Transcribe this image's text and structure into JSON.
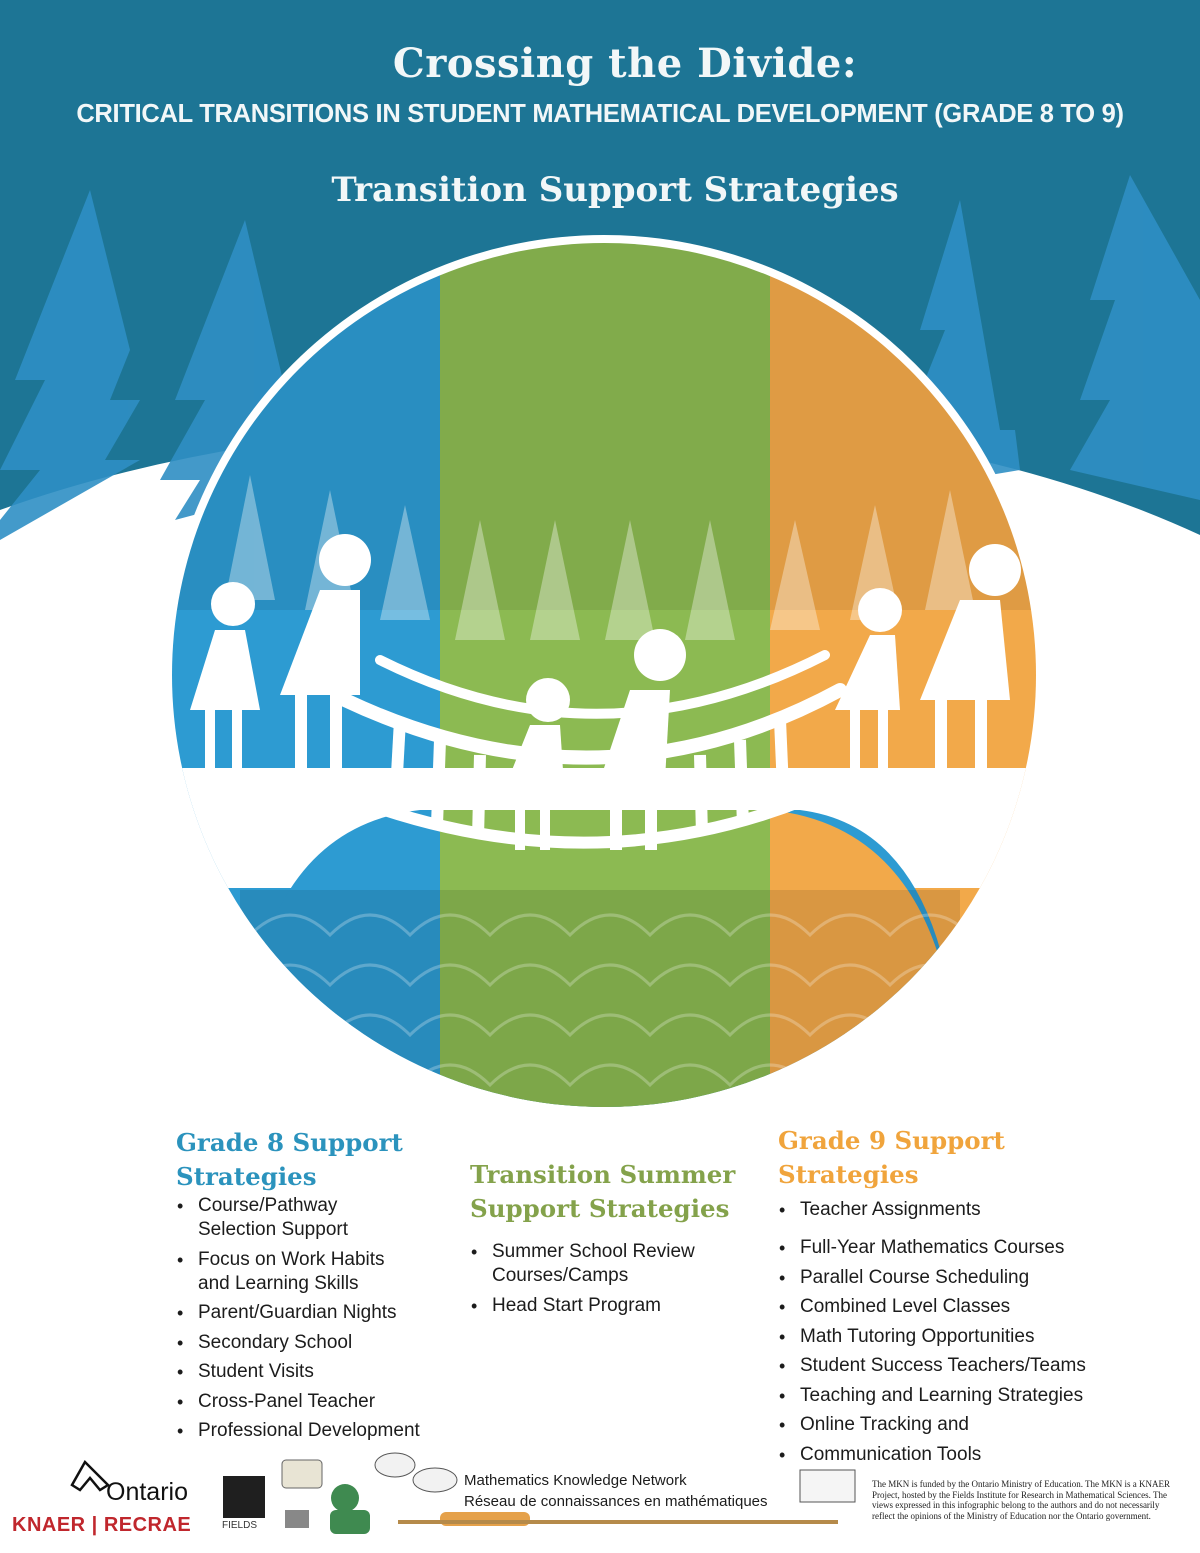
{
  "header": {
    "title": "Crossing the Divide:",
    "subtitle": "CRITICAL TRANSITIONS IN STUDENT MATHEMATICAL DEVELOPMENT (GRADE 8 TO 9)",
    "section_title": "Transition Support Strategies"
  },
  "colors": {
    "header_bg": "#1d7595",
    "grade8": "#2b93bd",
    "summer": "#84a24b",
    "grade9": "#f0a43c"
  },
  "columns": {
    "grade8": {
      "heading": [
        "Grade 8 Support",
        "Strategies"
      ],
      "items": [
        [
          "Course/Pathway",
          "Selection Support"
        ],
        [
          "Focus on Work Habits",
          "and Learning Skills"
        ],
        [
          "Parent/Guardian Nights"
        ],
        [
          "Secondary School"
        ],
        [
          "Student Visits"
        ],
        [
          "Cross-Panel Teacher"
        ],
        [
          "Professional Development"
        ]
      ]
    },
    "summer": {
      "heading": [
        "Transition Summer",
        "Support Strategies"
      ],
      "items": [
        [
          "Summer School Review",
          "Courses/Camps"
        ],
        [
          "Head Start Program"
        ]
      ]
    },
    "grade9": {
      "heading": [
        "Grade 9 Support",
        "Strategies"
      ],
      "items": [
        [
          "Teacher Assignments"
        ],
        [
          "Full-Year Mathematics Courses"
        ],
        [
          "Parallel Course Scheduling"
        ],
        [
          "Combined Level Classes"
        ],
        [
          "Math Tutoring Opportunities"
        ],
        [
          "Student Success Teachers/Teams"
        ],
        [
          "Teaching and Learning Strategies"
        ],
        [
          "Online Tracking and"
        ],
        [
          "Communication Tools"
        ]
      ]
    }
  },
  "footer": {
    "ontario": "Ontario",
    "knaer": "KNAER | RECRAE",
    "fields": "FIELDS",
    "mkn_en": "Mathematics Knowledge Network",
    "mkn_fr": "Réseau de connaissances en mathématiques",
    "disclaimer": "The MKN is funded by the Ontario Ministry of Education. The MKN is a KNAER Project, hosted by the Fields Institute for Research in Mathematical Sciences. The views expressed in this infographic belong to the authors and do not necessarily reflect the opinions of the Ministry of Education nor the Ontario government."
  }
}
